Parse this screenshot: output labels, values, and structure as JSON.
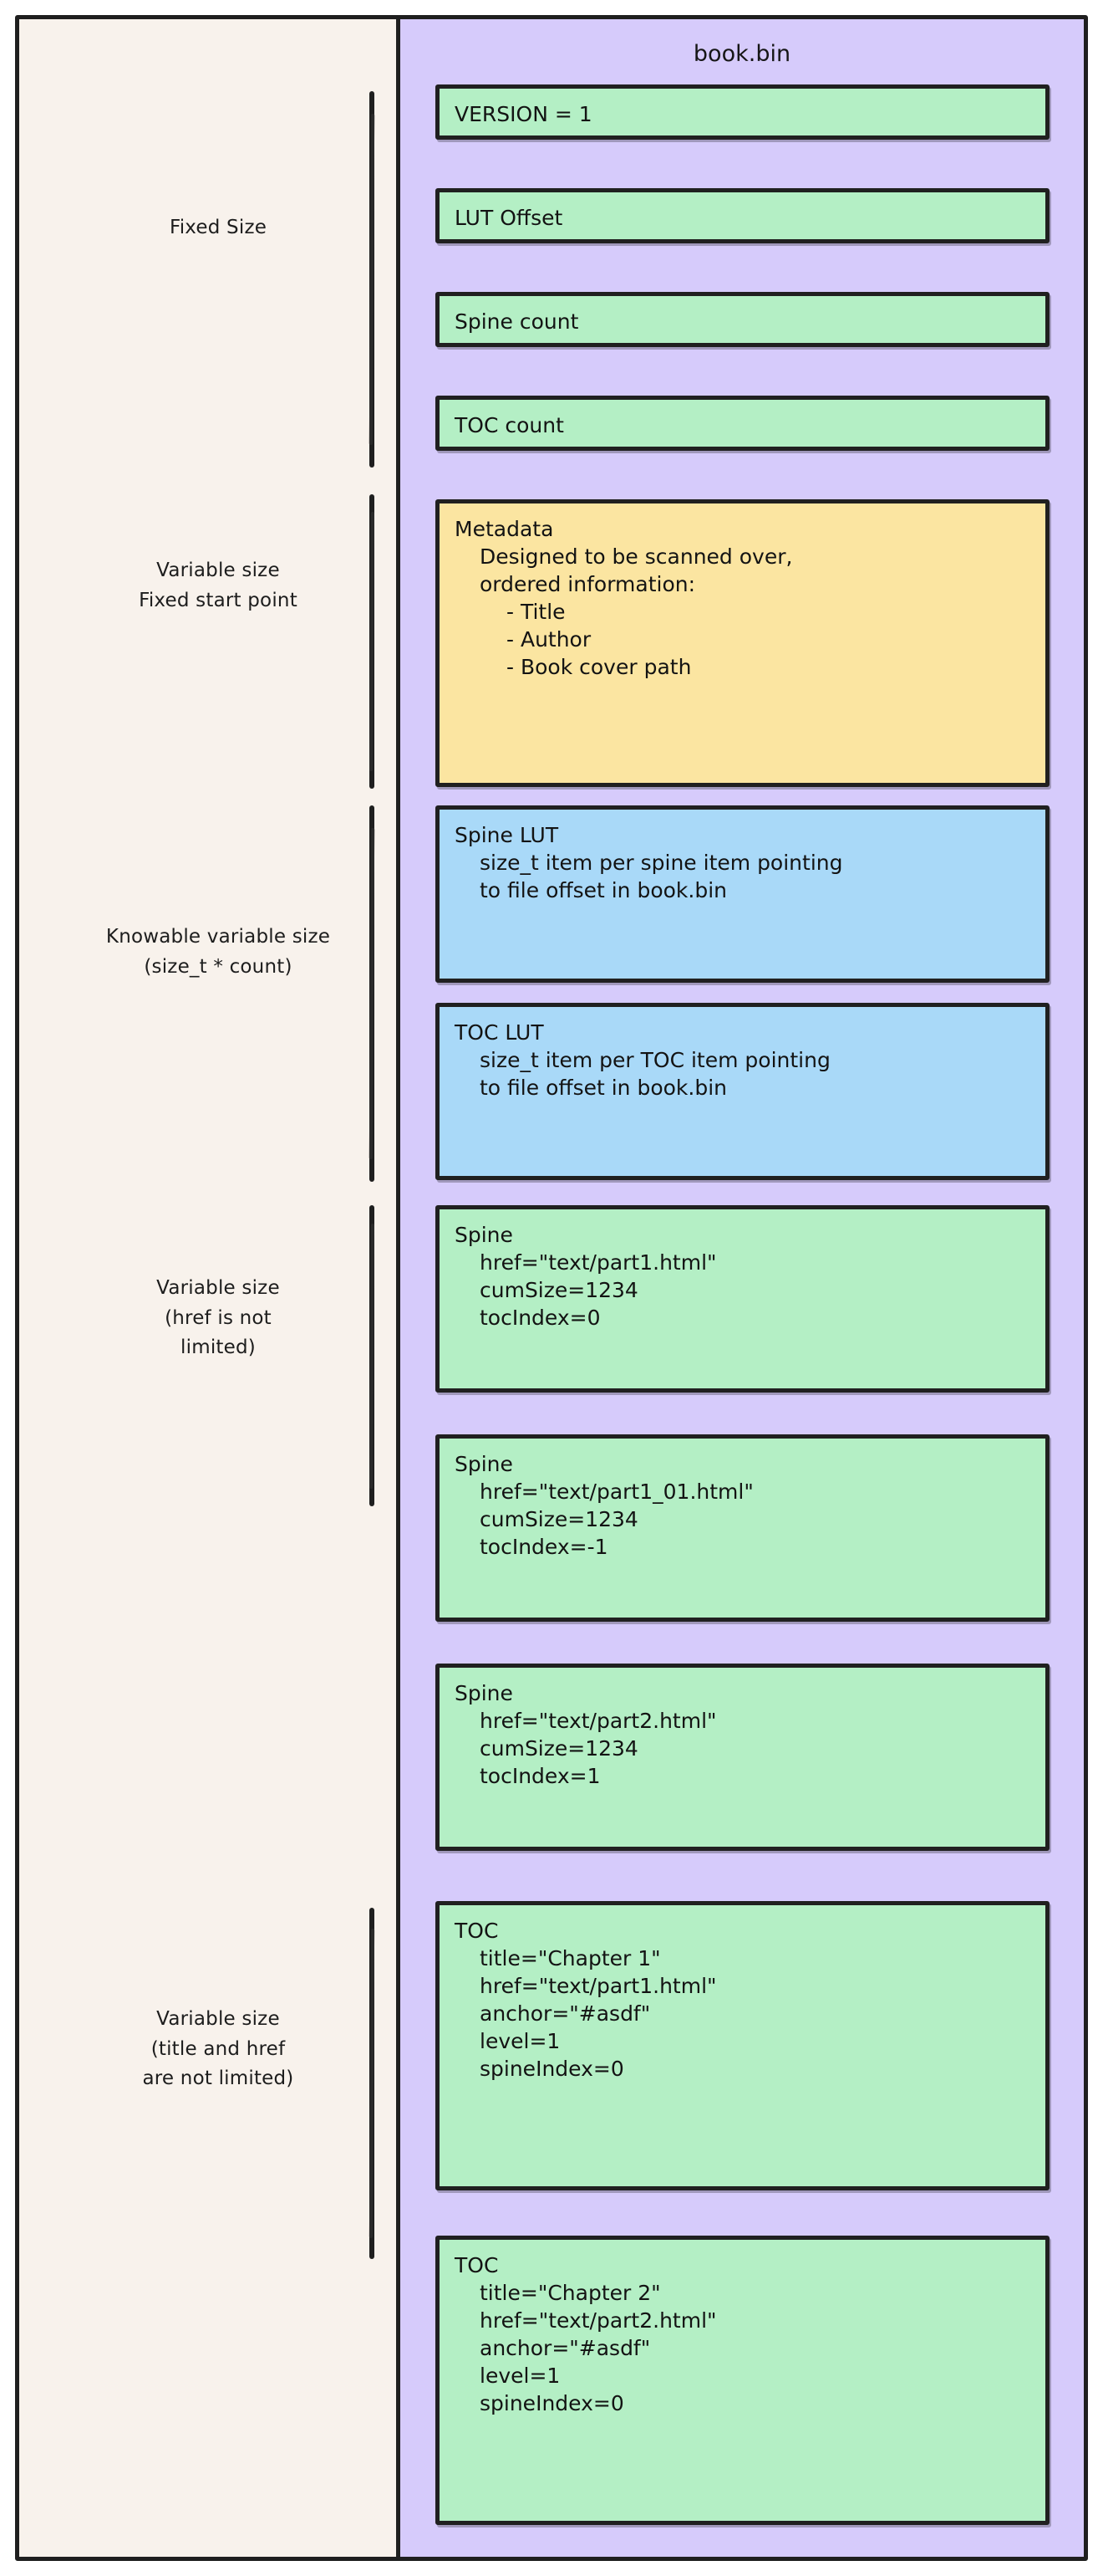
{
  "diagram": {
    "file_title": "book.bin",
    "colors": {
      "page_bg": "#ffffff",
      "left_panel": "#f8f2ec",
      "right_panel": "#d6cbfb",
      "green_box": "#b4efc5",
      "yellow_box": "#fbe5a1",
      "blue_box": "#a9d9f8",
      "stroke": "#202020"
    }
  },
  "annotations": [
    {
      "lines": [
        "Fixed Size"
      ]
    },
    {
      "lines": [
        "Variable size",
        "Fixed start point"
      ]
    },
    {
      "lines": [
        "Knowable variable size",
        "(size_t * count)"
      ]
    },
    {
      "lines": [
        "Variable size",
        "(href is not",
        "limited)"
      ]
    },
    {
      "lines": [
        "Variable size",
        "(title and href",
        "are not limited)"
      ]
    }
  ],
  "records": [
    {
      "kind": "green",
      "title": "VERSION = 1",
      "lines": []
    },
    {
      "kind": "green",
      "title": "LUT Offset",
      "lines": []
    },
    {
      "kind": "green",
      "title": "Spine count",
      "lines": []
    },
    {
      "kind": "green",
      "title": "TOC count",
      "lines": []
    },
    {
      "kind": "yellow",
      "title": "Metadata",
      "lines": [
        {
          "indent": 1,
          "text": "Designed to be scanned over,"
        },
        {
          "indent": 1,
          "text": "ordered information:"
        },
        {
          "indent": 2,
          "text": "- Title"
        },
        {
          "indent": 2,
          "text": "- Author"
        },
        {
          "indent": 2,
          "text": "- Book cover path"
        }
      ]
    },
    {
      "kind": "blue",
      "title": "Spine LUT",
      "lines": [
        {
          "indent": 1,
          "text": "size_t item per spine item pointing"
        },
        {
          "indent": 1,
          "text": "to file offset in book.bin"
        }
      ]
    },
    {
      "kind": "blue",
      "title": "TOC LUT",
      "lines": [
        {
          "indent": 1,
          "text": "size_t item per TOC item pointing"
        },
        {
          "indent": 1,
          "text": "to file offset in book.bin"
        }
      ]
    },
    {
      "kind": "green",
      "title": "Spine",
      "lines": [
        {
          "indent": 1,
          "text": "href=\"text/part1.html\""
        },
        {
          "indent": 1,
          "text": "cumSize=1234"
        },
        {
          "indent": 1,
          "text": "tocIndex=0"
        }
      ]
    },
    {
      "kind": "green",
      "title": "Spine",
      "lines": [
        {
          "indent": 1,
          "text": "href=\"text/part1_01.html\""
        },
        {
          "indent": 1,
          "text": "cumSize=1234"
        },
        {
          "indent": 1,
          "text": "tocIndex=-1"
        }
      ]
    },
    {
      "kind": "green",
      "title": "Spine",
      "lines": [
        {
          "indent": 1,
          "text": "href=\"text/part2.html\""
        },
        {
          "indent": 1,
          "text": "cumSize=1234"
        },
        {
          "indent": 1,
          "text": "tocIndex=1"
        }
      ]
    },
    {
      "kind": "green",
      "title": "TOC",
      "lines": [
        {
          "indent": 1,
          "text": "title=\"Chapter 1\""
        },
        {
          "indent": 1,
          "text": "href=\"text/part1.html\""
        },
        {
          "indent": 1,
          "text": "anchor=\"#asdf\""
        },
        {
          "indent": 1,
          "text": "level=1"
        },
        {
          "indent": 1,
          "text": "spineIndex=0"
        }
      ]
    },
    {
      "kind": "green",
      "title": "TOC",
      "lines": [
        {
          "indent": 1,
          "text": "title=\"Chapter 2\""
        },
        {
          "indent": 1,
          "text": "href=\"text/part2.html\""
        },
        {
          "indent": 1,
          "text": "anchor=\"#asdf\""
        },
        {
          "indent": 1,
          "text": "level=1"
        },
        {
          "indent": 1,
          "text": "spineIndex=0"
        }
      ]
    }
  ]
}
